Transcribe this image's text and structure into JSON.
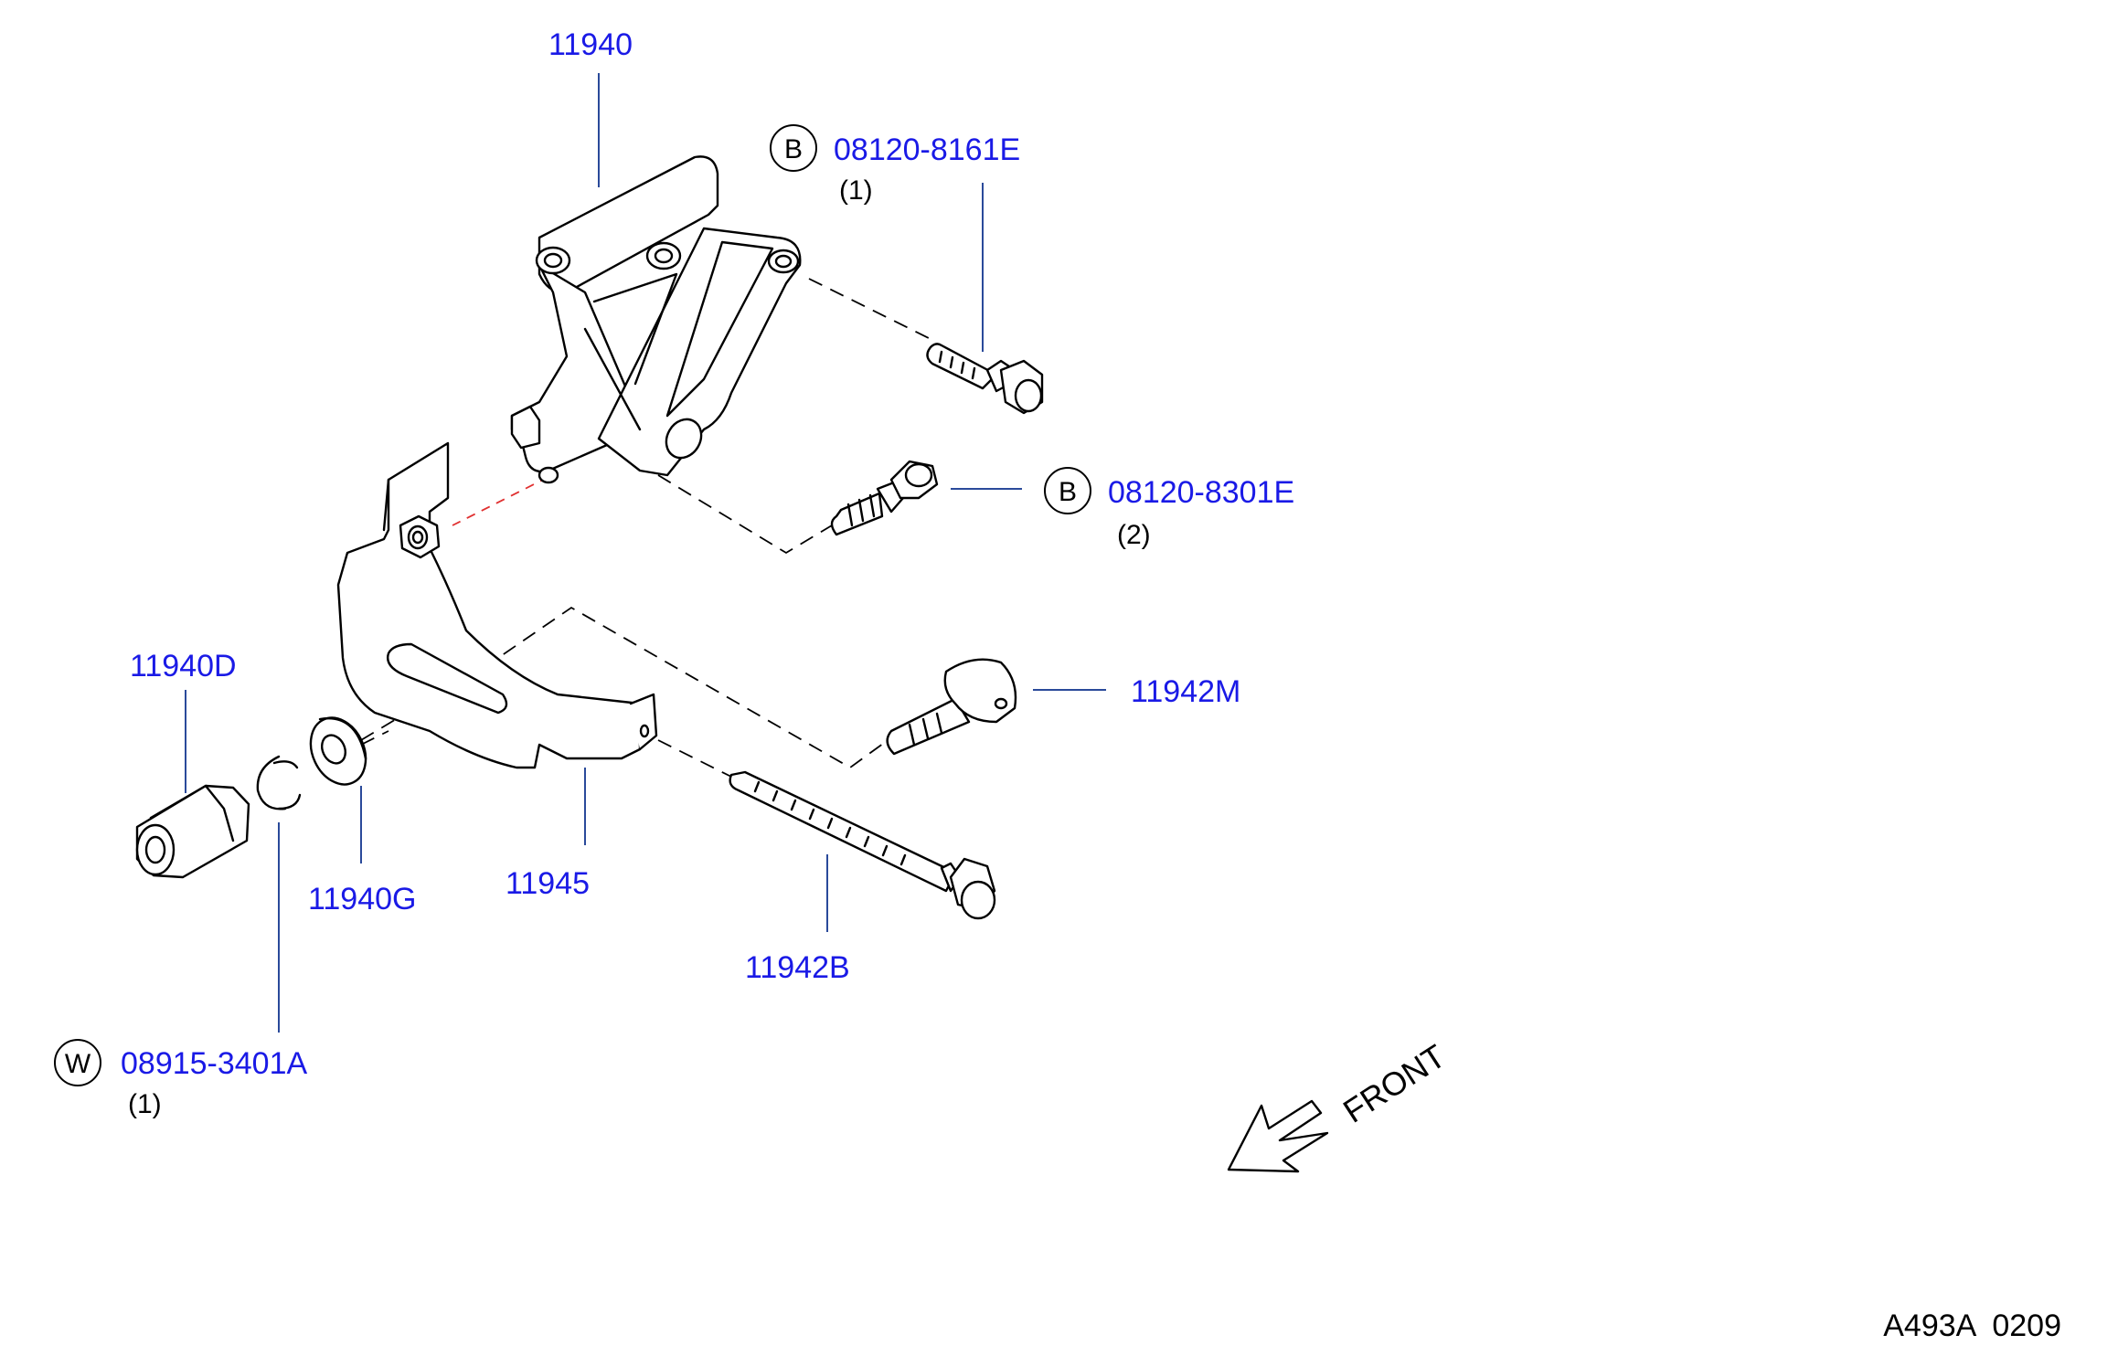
{
  "parts": {
    "p11940": "11940",
    "p11940D": "11940D",
    "p11940G": "11940G",
    "p11945": "11945",
    "p11942M": "11942M",
    "p11942B": "11942B"
  },
  "fasteners": {
    "bolt_top": {
      "badge": "B",
      "part": "08120-8161E",
      "qty": "(1)"
    },
    "bolt_mid": {
      "badge": "B",
      "part": "08120-8301E",
      "qty": "(2)"
    },
    "washer": {
      "badge": "W",
      "part": "08915-3401A",
      "qty": "(1)"
    }
  },
  "direction": {
    "label": "FRONT"
  },
  "footer": {
    "code": "A493A  0209"
  },
  "colors": {
    "part_label": "#1a1ae6",
    "leader": "#2a4a9a",
    "highlight_dash": "#e03030"
  }
}
